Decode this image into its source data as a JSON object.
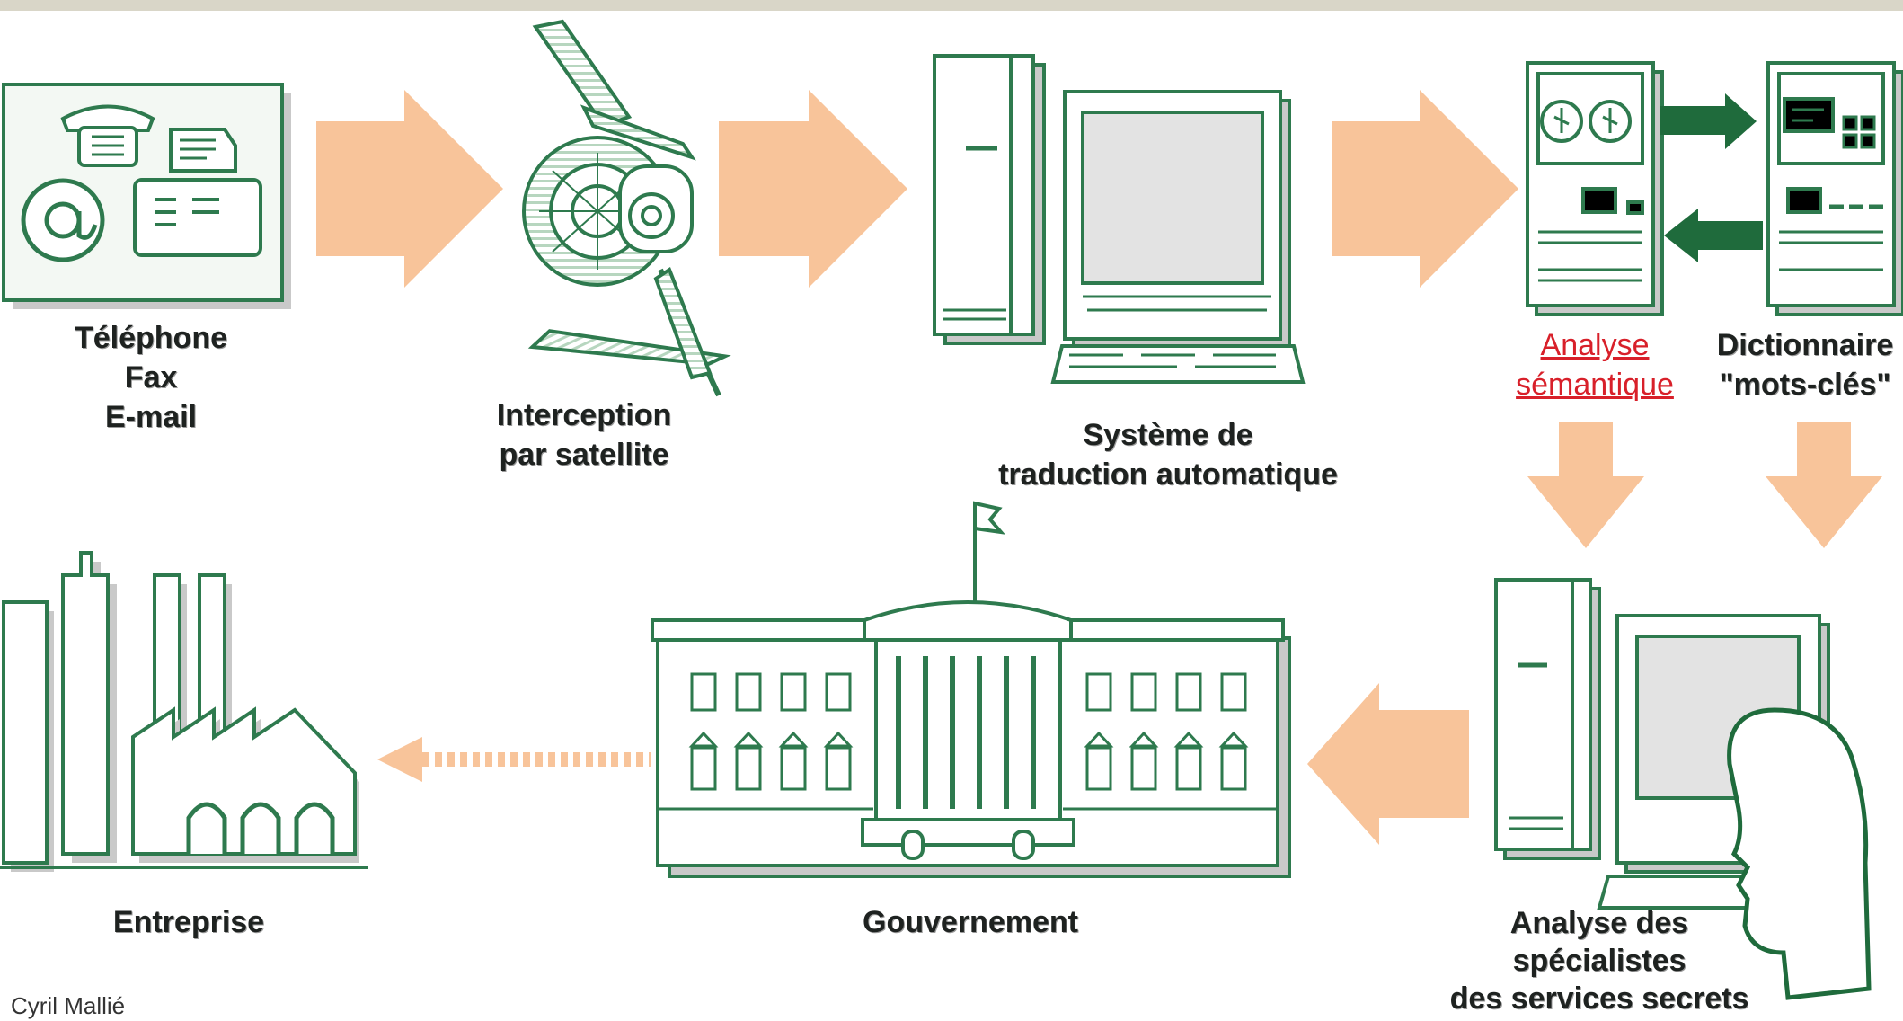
{
  "labels": {
    "sources": [
      "Téléphone",
      "Fax",
      "E-mail"
    ],
    "interception": [
      "Interception",
      "par satellite"
    ],
    "translation": [
      "Système de",
      "traduction automatique"
    ],
    "semantic": [
      "Analyse",
      "sémantique"
    ],
    "dictionary": [
      "Dictionnaire",
      "\"mots-clés\""
    ],
    "specialists": [
      "Analyse des",
      "spécialistes",
      "des services secrets"
    ],
    "government": "Gouvernement",
    "enterprise": "Entreprise"
  },
  "credit": "Cyril Mallié",
  "colors": {
    "line": "#2e7a4e",
    "fill_light": "#e3efe4",
    "arrow": "#f8c49a",
    "arrow_dark": "#1f6b3c",
    "shadow": "#c9c9c9",
    "semantic_text": "#d8202a"
  },
  "icons": [
    "telephone-icon",
    "fax-icon",
    "email-at-icon",
    "satellite-icon",
    "computer-icon",
    "tape-machine-icon",
    "dictionary-machine-icon",
    "government-building-icon",
    "factory-icon",
    "analyst-silhouette-icon"
  ]
}
